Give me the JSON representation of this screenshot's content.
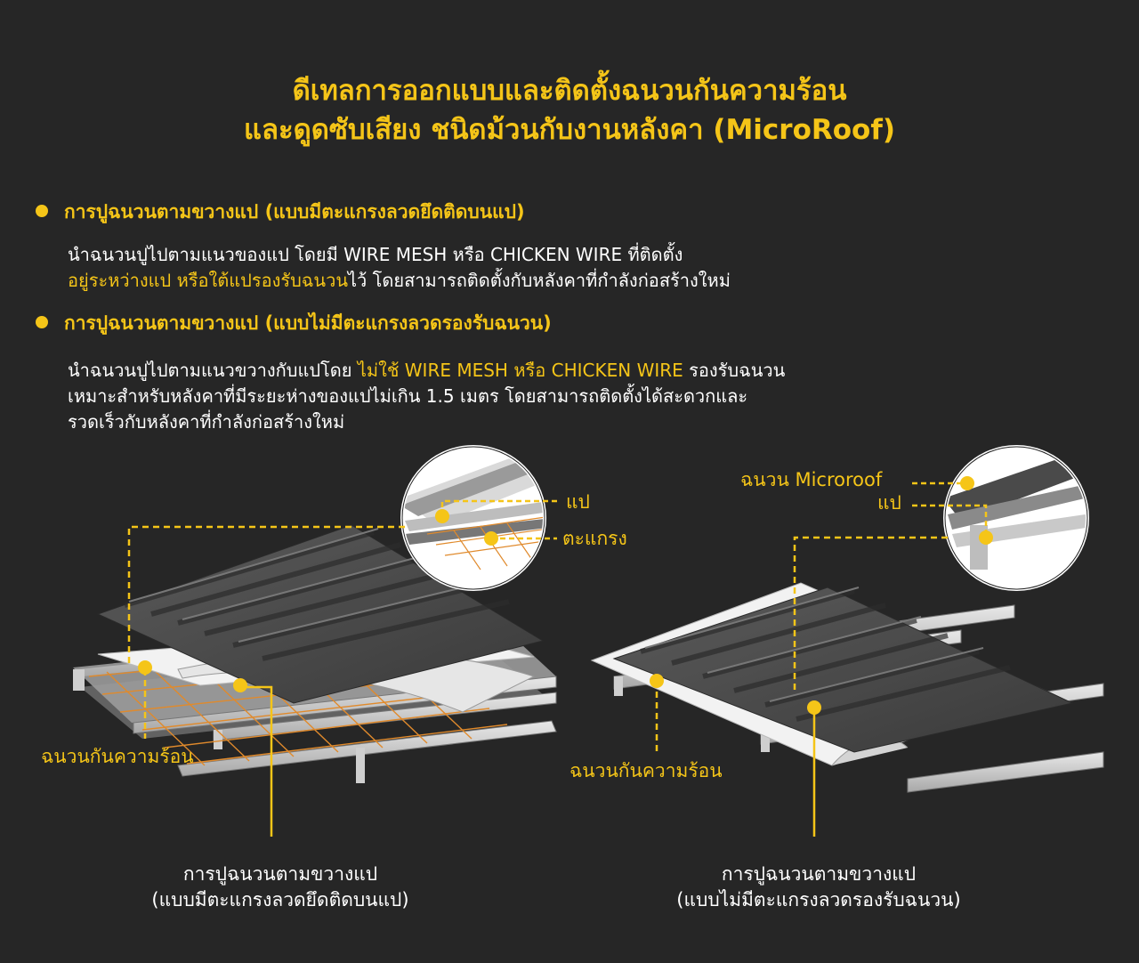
{
  "title": {
    "line1": "ดีเทลการออกแบบและติดตั้งฉนวนกันความร้อน",
    "line2": "และดูดซับเสียง ชนิดม้วนกับงานหลังคา (MicroRoof)"
  },
  "section1": {
    "heading": "การปูฉนวนตามขวางแป (แบบมีตะแกรงลวดยึดติดบนแป)",
    "text1": "นำฉนวนปูไปตามแนวของแป โดยมี WIRE MESH หรือ CHICKEN WIRE ที่ติดตั้ง",
    "highlight": "อยู่ระหว่างแป หรือใต้แปรองรับฉนวน",
    "text2": "ไว้ โดยสามารถติดตั้งกับหลังคาที่กำลังก่อสร้างใหม่"
  },
  "section2": {
    "heading": "การปูฉนวนตามขวางแป (แบบไม่มีตะแกรงลวดรองรับฉนวน)",
    "text1": "นำฉนวนปูไปตามแนวขวางกับแปโดย ",
    "highlight": "ไม่ใช้ WIRE MESH หรือ CHICKEN WIRE",
    "text2": " รองรับฉนวน",
    "line2": "เหมาะสำหรับหลังคาที่มีระยะห่างของแปไม่เกิน 1.5 เมตร โดยสามารถติดตั้งได้สะดวกและ",
    "line3": "รวดเร็วกับหลังคาที่กำลังก่อสร้างใหม่"
  },
  "diagram_left": {
    "label_purlin": "แป",
    "label_mesh": "ตะแกรง",
    "label_insulation": "ฉนวนกันความร้อน",
    "caption_line1": "การปูฉนวนตามขวางแป",
    "caption_line2": "(แบบมีตะแกรงลวดยึดติดบนแป)"
  },
  "diagram_right": {
    "label_microroof": "ฉนวน Microroof",
    "label_purlin": "แป",
    "label_insulation": "ฉนวนกันความร้อน",
    "caption_line1": "การปูฉนวนตามขวางแป",
    "caption_line2": "(แบบไม่มีตะแกรงลวดรองรับฉนวน)"
  },
  "colors": {
    "background": "#262626",
    "accent": "#f5c518",
    "text": "#ffffff",
    "mesh": "#e08a2c"
  }
}
